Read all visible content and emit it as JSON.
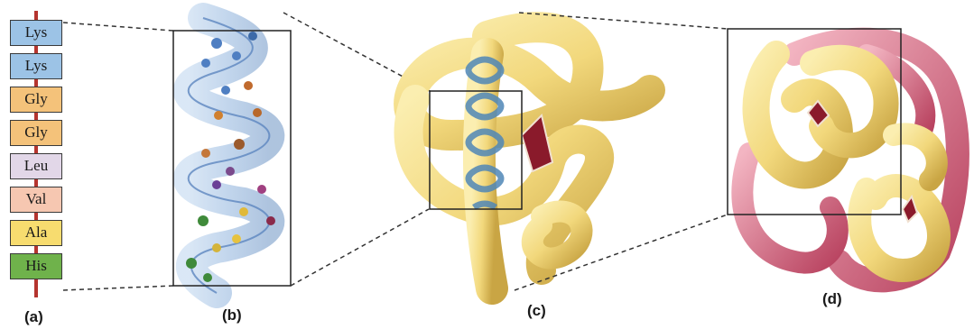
{
  "panel_a": {
    "residues": [
      {
        "label": "Lys",
        "color": "#9cc3e6"
      },
      {
        "label": "Lys",
        "color": "#9cc3e6"
      },
      {
        "label": "Gly",
        "color": "#f4c27a"
      },
      {
        "label": "Gly",
        "color": "#f4c27a"
      },
      {
        "label": "Leu",
        "color": "#e2d7e8"
      },
      {
        "label": "Val",
        "color": "#f6c7b1"
      },
      {
        "label": "Ala",
        "color": "#f7dc6f"
      },
      {
        "label": "His",
        "color": "#6fb24b"
      }
    ],
    "backbone_color": "#b5342f"
  },
  "labels": {
    "a": "(a)",
    "b": "(b)",
    "c": "(c)",
    "d": "(d)"
  },
  "colors": {
    "helix_blue": "#8fb3dd",
    "tube_yellow": "#f2d87c",
    "tube_red": "#d9718a",
    "heme": "#8a1a2b"
  }
}
